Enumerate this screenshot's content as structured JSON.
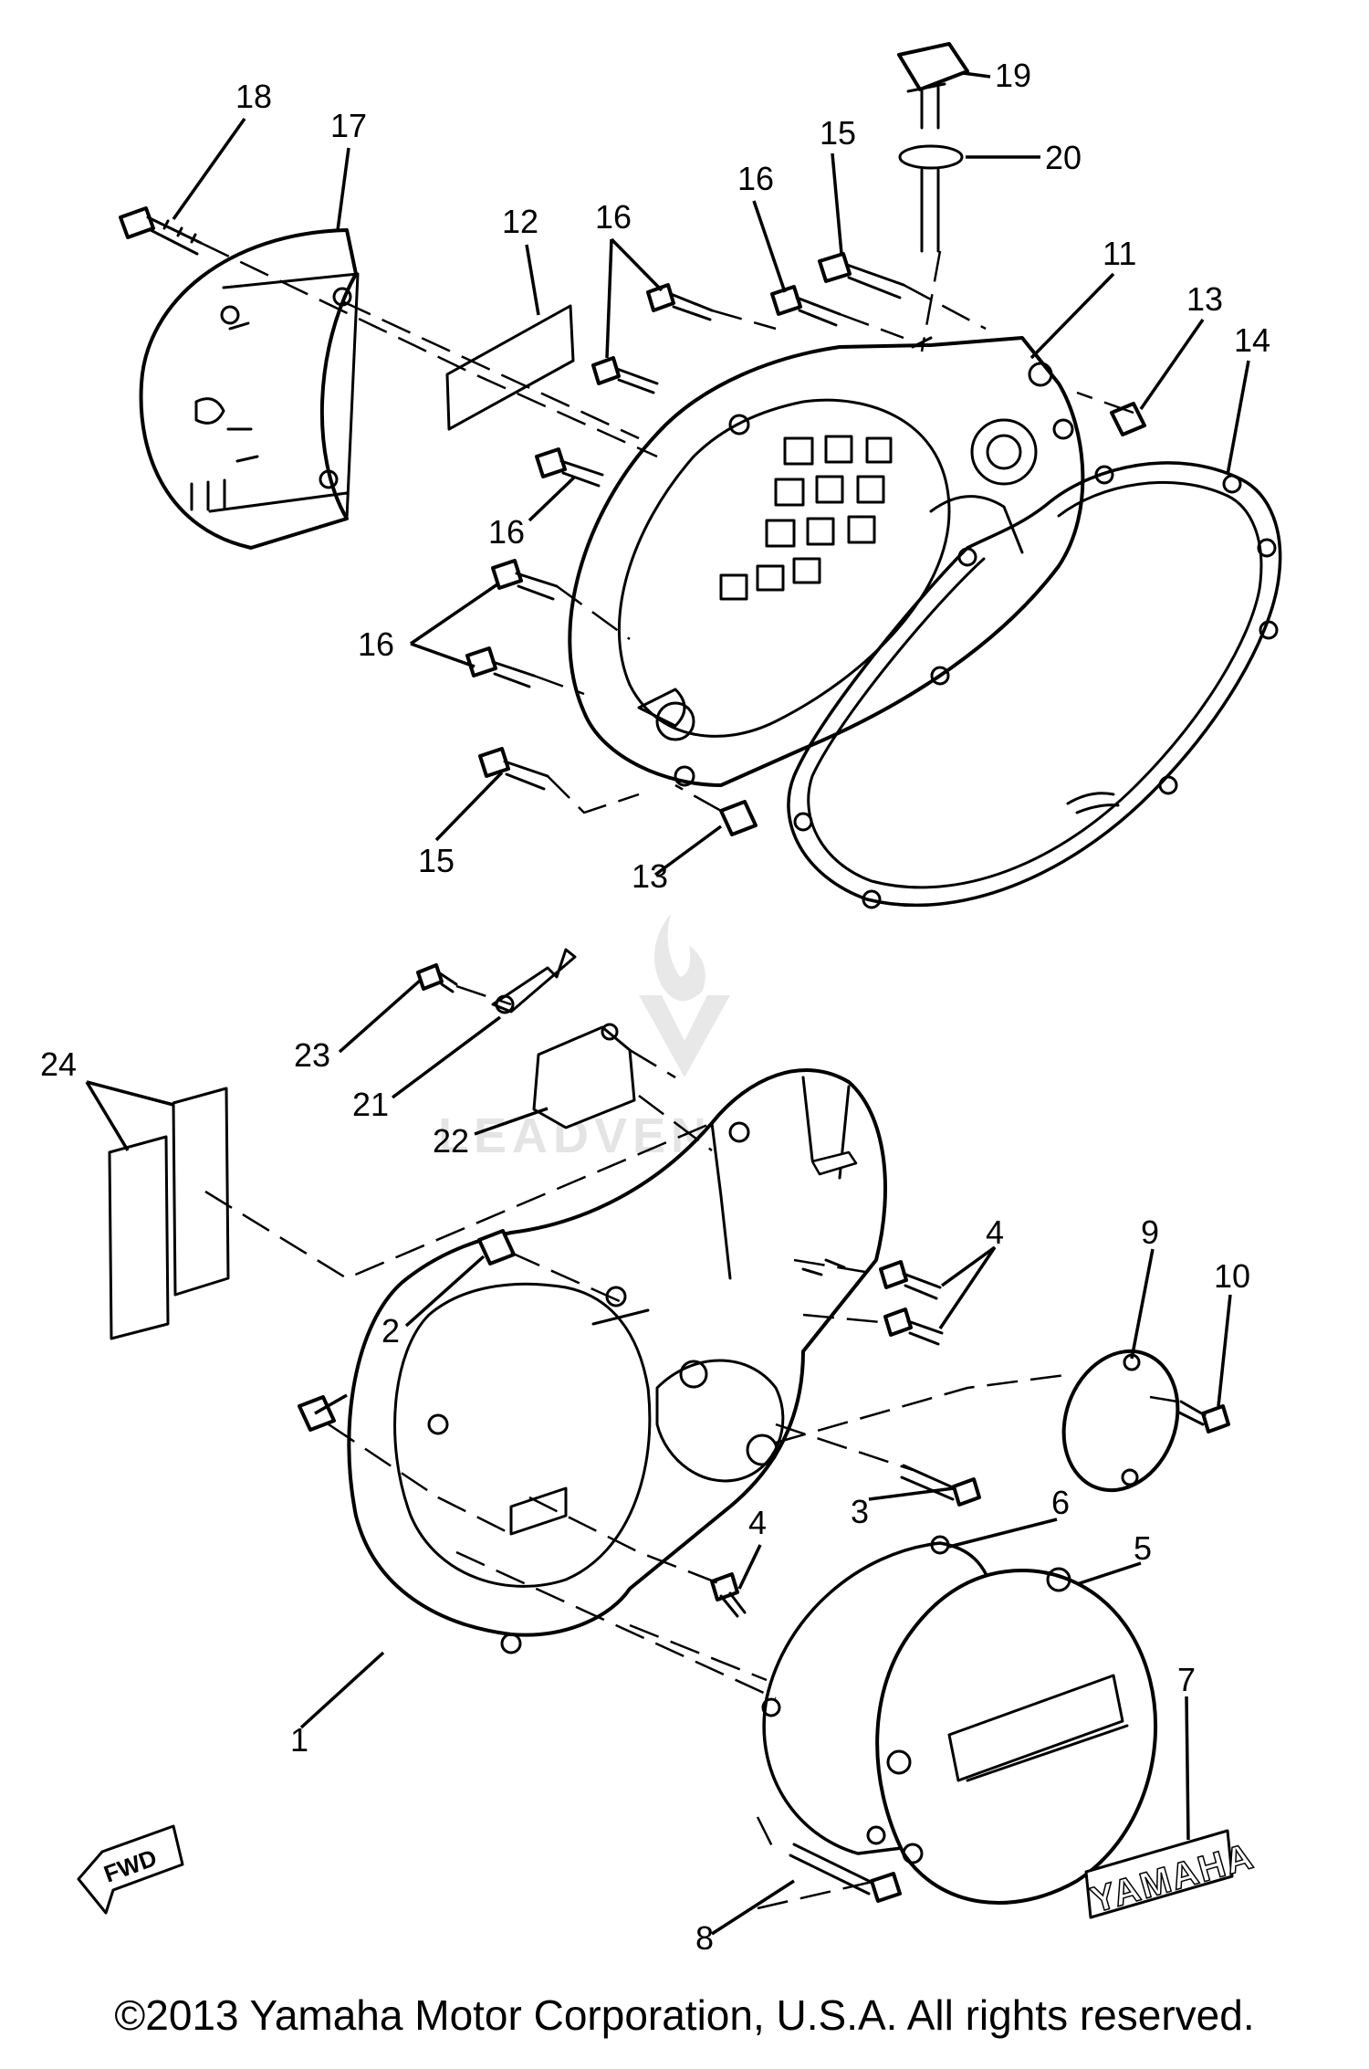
{
  "callouts": {
    "c1": "1",
    "c2": "2",
    "c3": "3",
    "c4a": "4",
    "c4b": "4",
    "c5": "5",
    "c6": "6",
    "c7": "7",
    "c8": "8",
    "c9": "9",
    "c10": "10",
    "c11": "11",
    "c12": "12",
    "c13a": "13",
    "c13b": "13",
    "c14": "14",
    "c15a": "15",
    "c15b": "15",
    "c16a": "16",
    "c16b": "16",
    "c16c": "16",
    "c16d": "16",
    "c17": "17",
    "c18": "18",
    "c19": "19",
    "c20": "20",
    "c21": "21",
    "c22": "22",
    "c23": "23",
    "c24": "24"
  },
  "fwd_label": "FWD",
  "emblem_text": "YAMAHA",
  "watermark_text": "LEADVENTURE",
  "copyright": "©2013 Yamaha Motor Corporation, U.S.A. All rights reserved."
}
